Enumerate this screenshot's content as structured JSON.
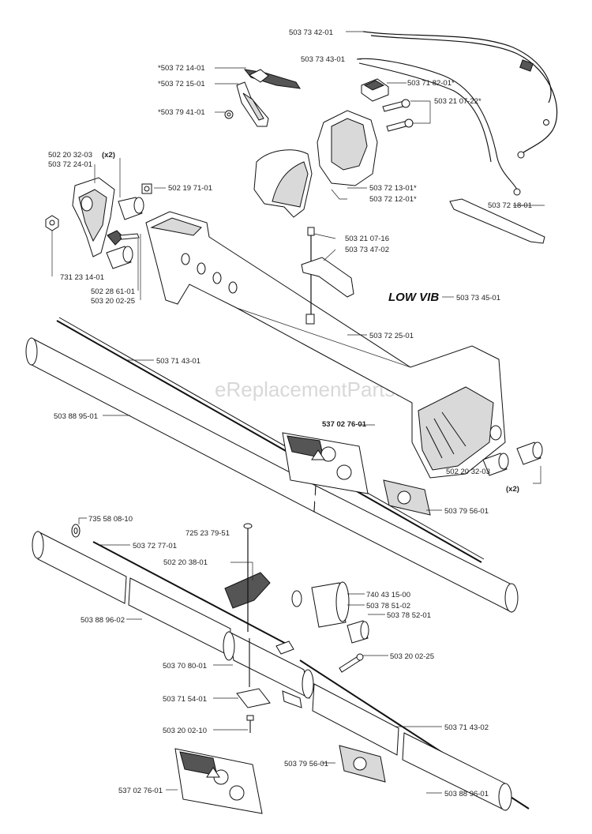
{
  "watermark": "eReplacementParts.com",
  "logo": {
    "text": "LOW VIB"
  },
  "labels": [
    {
      "id": "l1",
      "text": "503 73 42-01"
    },
    {
      "id": "l2",
      "text": "503 73 43-01"
    },
    {
      "id": "l3",
      "text": "503 71 82-01*"
    },
    {
      "id": "l4",
      "text": "*503 72 14-01"
    },
    {
      "id": "l5",
      "text": "*503 72 15-01"
    },
    {
      "id": "l6",
      "text": "*503 79 41-01"
    },
    {
      "id": "l7",
      "text": "503 21 07-22*"
    },
    {
      "id": "l8",
      "text": "502 20 32-03"
    },
    {
      "id": "l8b",
      "text": "(x2)"
    },
    {
      "id": "l9",
      "text": "503 72 24-01"
    },
    {
      "id": "l10",
      "text": "502 19 71-01"
    },
    {
      "id": "l11",
      "text": "503 72 13-01*"
    },
    {
      "id": "l12",
      "text": "503 72 12-01*"
    },
    {
      "id": "l13",
      "text": "503 72 18-01"
    },
    {
      "id": "l14",
      "text": "503 21 07-16"
    },
    {
      "id": "l15",
      "text": "503 73 47-02"
    },
    {
      "id": "l16",
      "text": "731 23 14-01"
    },
    {
      "id": "l17",
      "text": "502 28 61-01"
    },
    {
      "id": "l18",
      "text": "503 20 02-25"
    },
    {
      "id": "l19",
      "text": "503 73 45-01"
    },
    {
      "id": "l20",
      "text": "503 72 25-01"
    },
    {
      "id": "l21",
      "text": "503 71 43-01"
    },
    {
      "id": "l22",
      "text": "503 88 95-01"
    },
    {
      "id": "l23",
      "text": "537 02 76-01"
    },
    {
      "id": "l24",
      "text": "502 20 32-03"
    },
    {
      "id": "l24b",
      "text": "(x2)"
    },
    {
      "id": "l25",
      "text": "503 79 56-01"
    },
    {
      "id": "l26",
      "text": "735 58 08-10"
    },
    {
      "id": "l27",
      "text": "725 23 79-51"
    },
    {
      "id": "l28",
      "text": "503 72 77-01"
    },
    {
      "id": "l29",
      "text": "502 20 38-01"
    },
    {
      "id": "l30",
      "text": "740 43 15-00"
    },
    {
      "id": "l31",
      "text": "503 78 51-02"
    },
    {
      "id": "l32",
      "text": "503 78 52-01"
    },
    {
      "id": "l33",
      "text": "503 88 96-02"
    },
    {
      "id": "l34",
      "text": "503 20 02-25"
    },
    {
      "id": "l35",
      "text": "503 70 80-01"
    },
    {
      "id": "l36",
      "text": "503 71 54-01"
    },
    {
      "id": "l37",
      "text": "503 20 02-10"
    },
    {
      "id": "l38",
      "text": "503 71 43-02"
    },
    {
      "id": "l39",
      "text": "503 79 56-01"
    },
    {
      "id": "l40",
      "text": "537 02 76-01"
    },
    {
      "id": "l41",
      "text": "503 88 96-01"
    }
  ]
}
